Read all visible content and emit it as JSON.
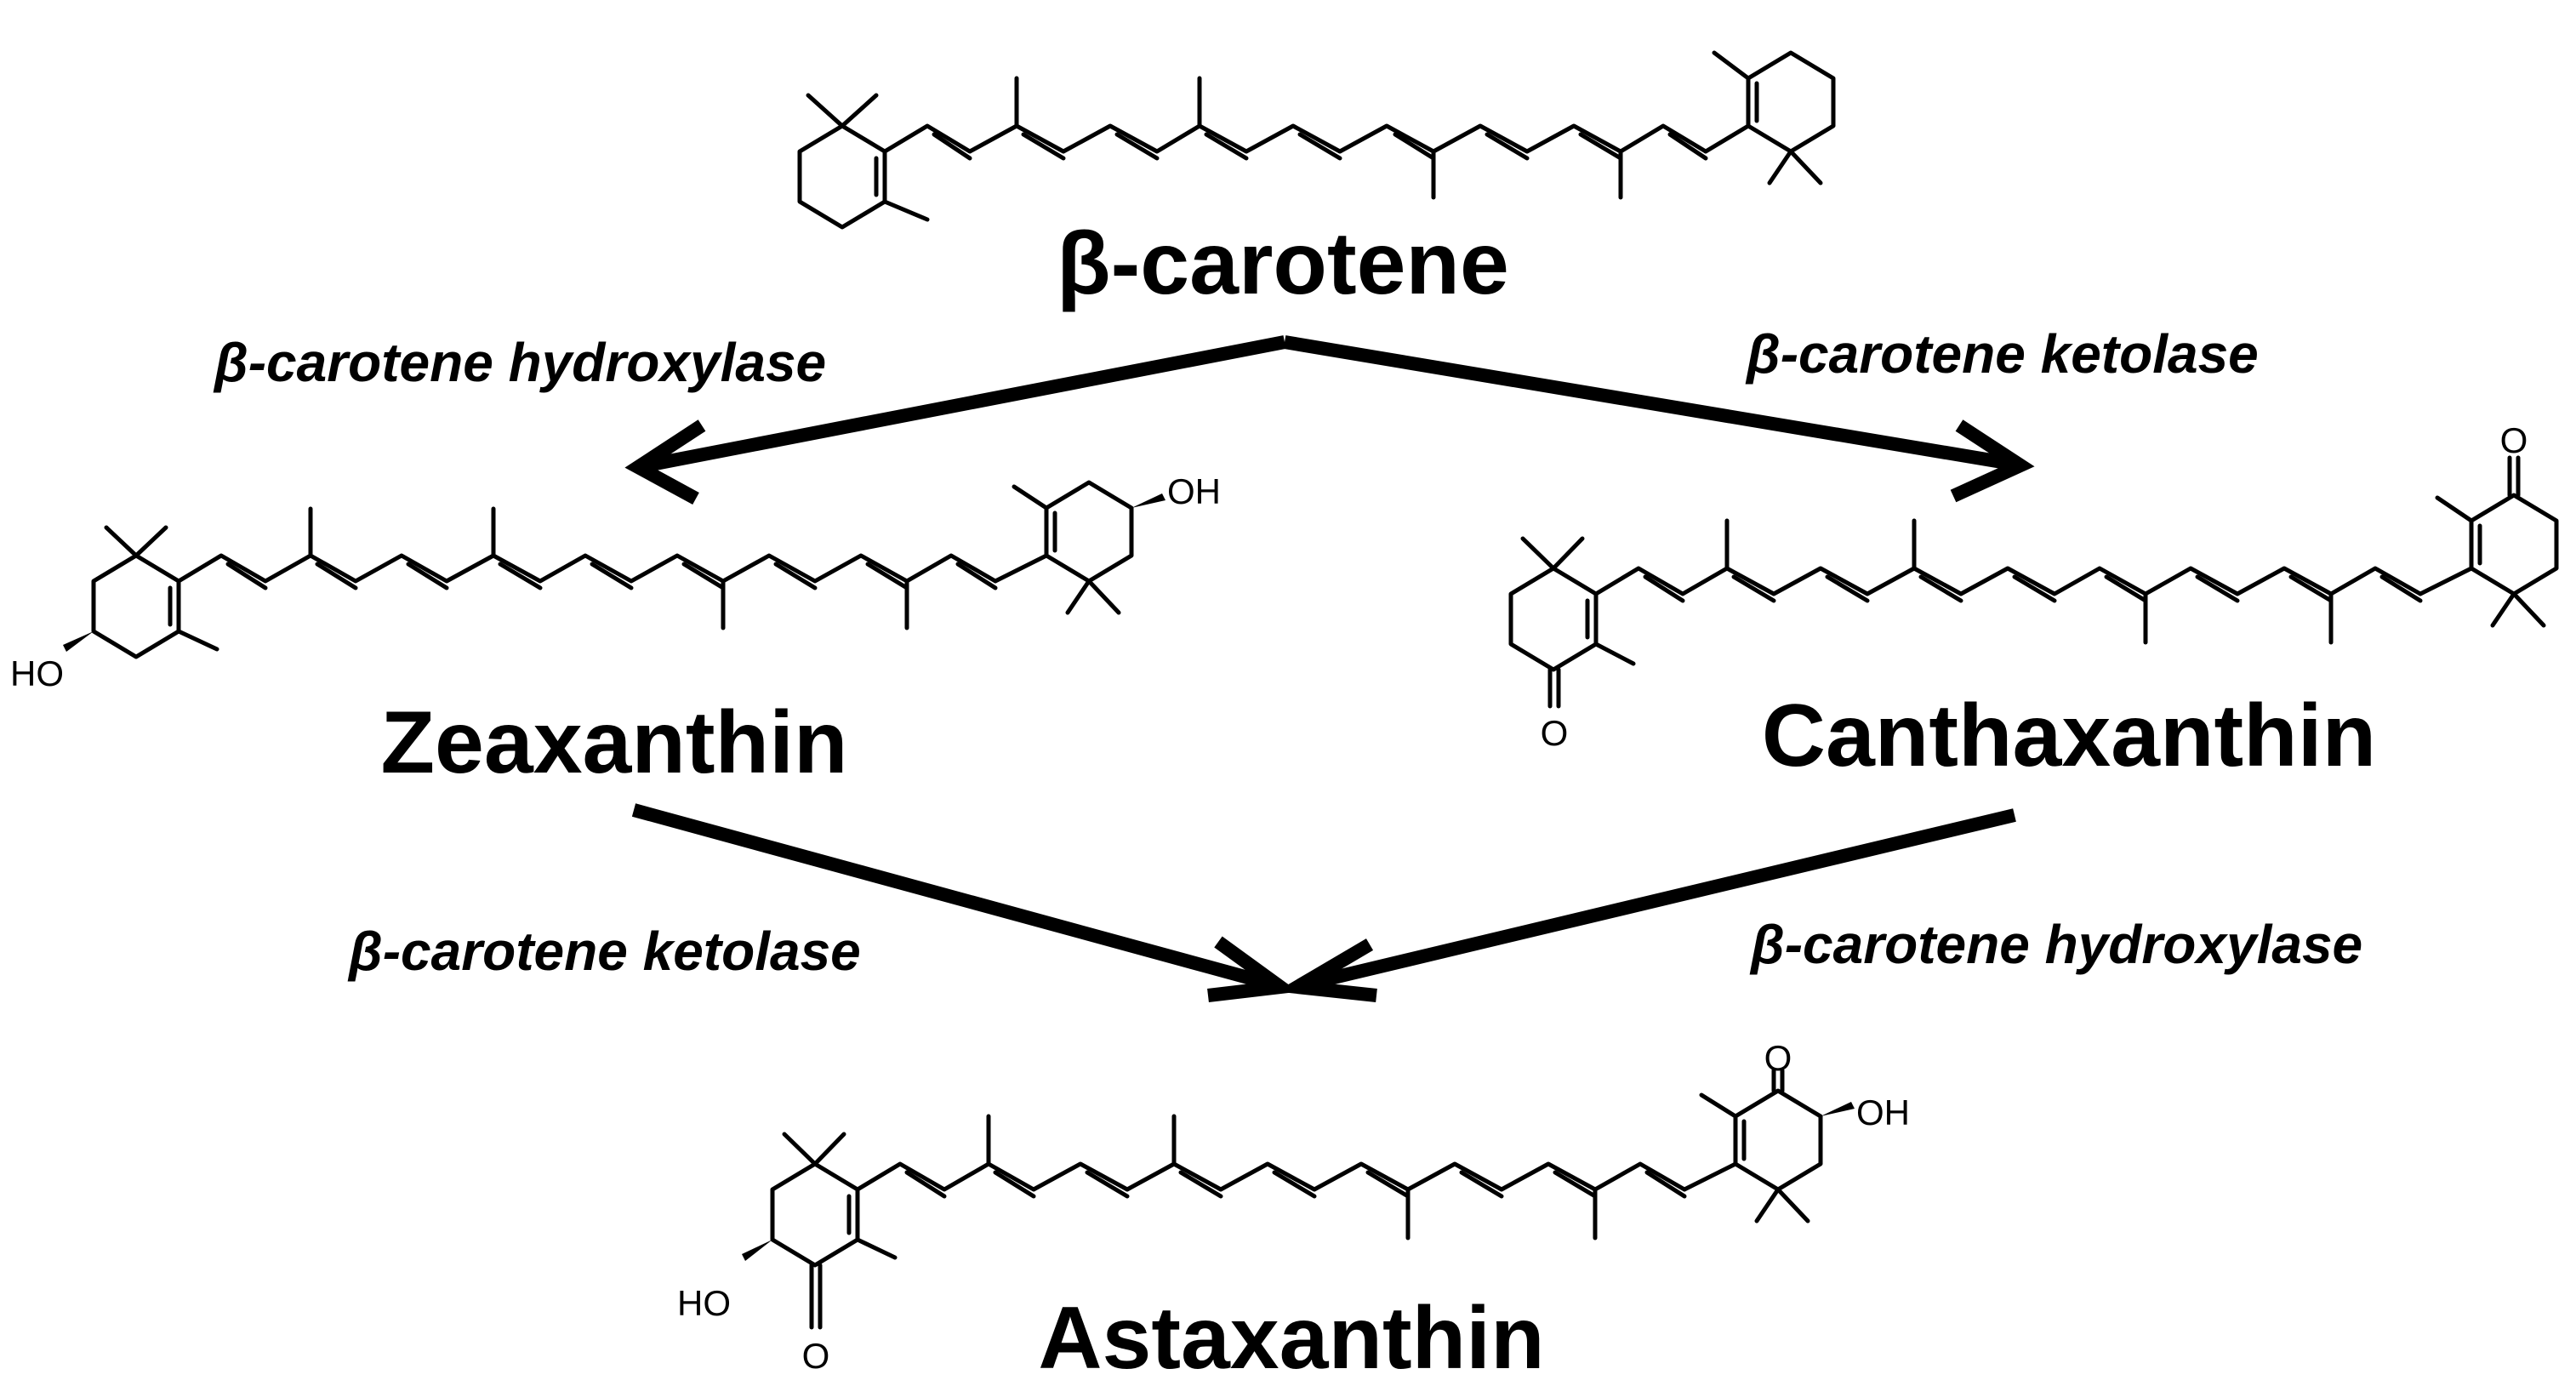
{
  "compounds": {
    "beta_carotene": "β-carotene",
    "zeaxanthin": "Zeaxanthin",
    "canthaxanthin": "Canthaxanthin",
    "astaxanthin": "Astaxanthin"
  },
  "enzymes": {
    "hydroxylase_top": "β-carotene hydroxylase",
    "ketolase_top": "β-carotene ketolase",
    "ketolase_bottom": "β-carotene ketolase",
    "hydroxylase_bottom": "β-carotene hydroxylase"
  },
  "atoms": {
    "oh": "OH",
    "ho": "HO",
    "o": "O"
  }
}
